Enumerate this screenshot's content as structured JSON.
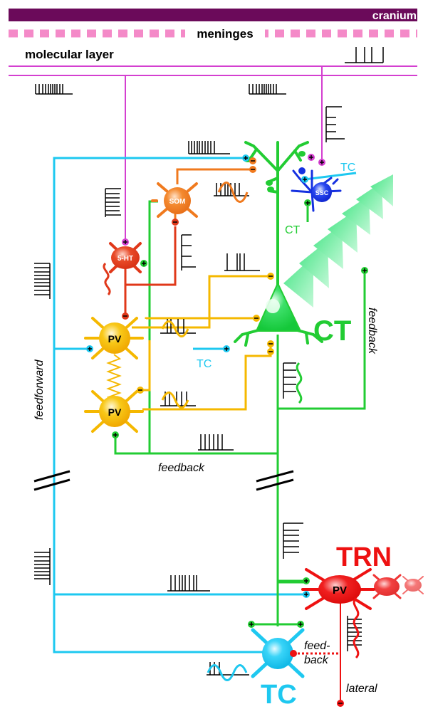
{
  "layers": {
    "cranium": "cranium",
    "meninges": "meninges",
    "molecular_layer": "molecular layer"
  },
  "cells": {
    "ct": "CT",
    "trn": "TRN",
    "tc": "TC",
    "pv_top": "PV",
    "pv_bottom": "PV",
    "pv_trn": "PV",
    "som": "SOM",
    "ssc": "SSC",
    "ht5": "5-HT"
  },
  "pathway_labels": {
    "feedforward": "feedforward",
    "feedback_right": "feedback",
    "feedback_bottom": "feedback",
    "feedback_tc_1": "feed-",
    "feedback_tc_2": "back",
    "lateral": "lateral",
    "tc_input_top": "TC",
    "tc_input_ct": "TC",
    "ct_small": "CT"
  },
  "colors": {
    "cranium": "#6b0a5a",
    "meninges": "#f48ac8",
    "molecular": "#d43fd0",
    "ct": "#22cc33",
    "tc": "#1ec8f0",
    "trn": "#ee1111",
    "pv": "#f5b800",
    "som": "#f07a1e",
    "ht5": "#e0381a",
    "ssc": "#1530e0"
  }
}
